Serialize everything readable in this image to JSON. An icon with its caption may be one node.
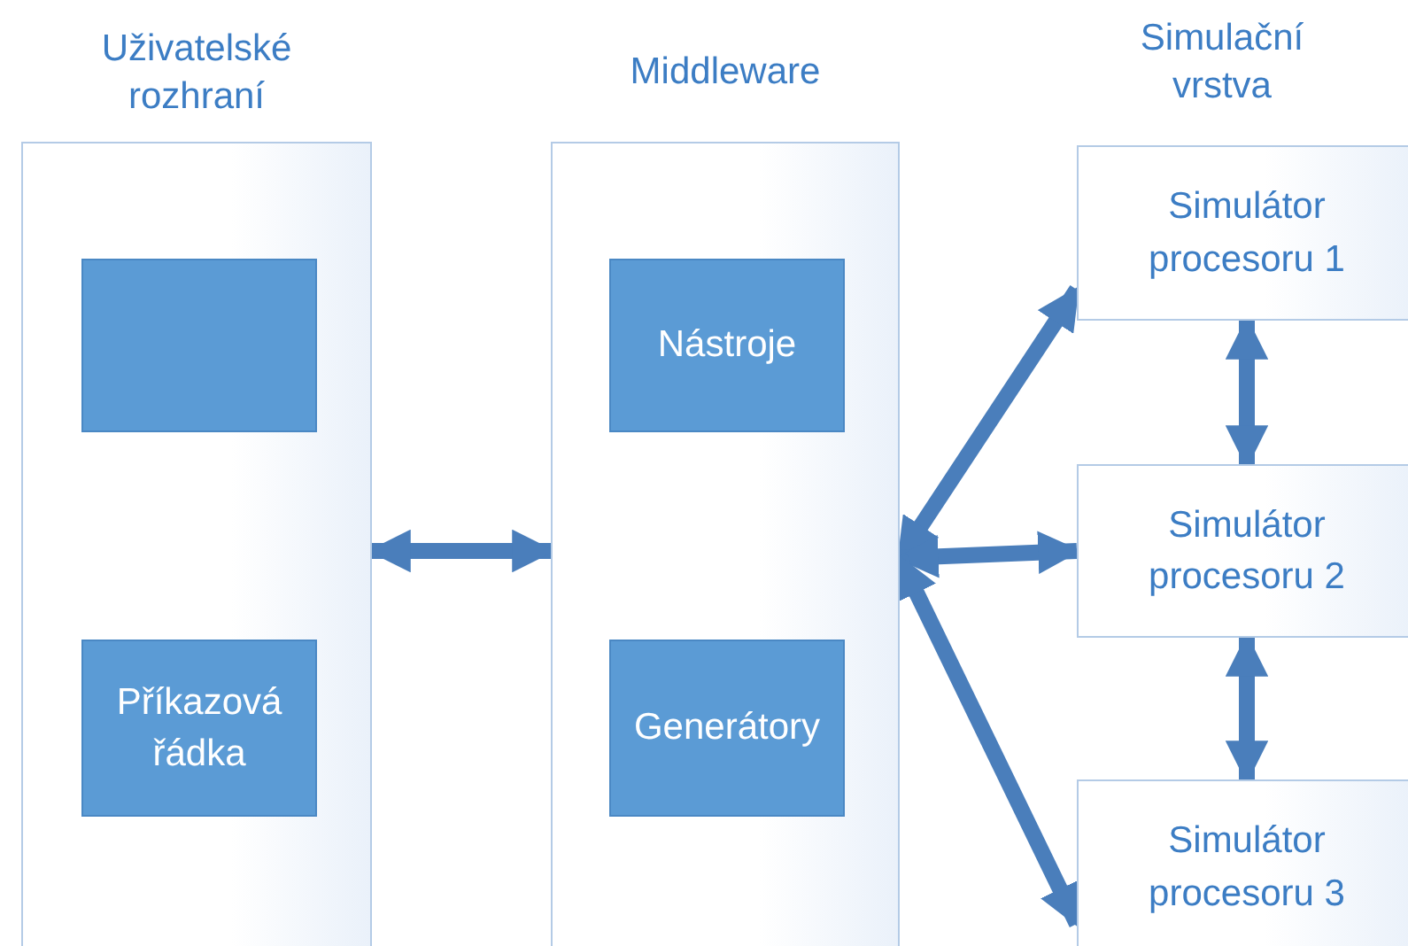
{
  "diagram": {
    "nodes": [
      {
        "text": [
          "Uživatelské rozhraní"
        ]
      },
      {
        "text": [],
        "shape": "box",
        "in": 0
      },
      {
        "text": [
          "Příkazová řádka"
        ],
        "in": 0
      },
      {
        "text": [
          "Middleware"
        ]
      },
      {
        "text": [
          "Nástroje"
        ],
        "in": 3
      },
      {
        "text": [
          "Generátory"
        ],
        "in": 3
      },
      {
        "text": [
          "Simulátor procesoru 1"
        ]
      },
      {
        "text": [
          "Simulátor procesoru 2"
        ]
      },
      {
        "text": [
          "Simulátor procesoru 3"
        ]
      }
    ],
    "edges": [
      {
        "from": 0,
        "to": 3,
        "arrow": "both"
      },
      {
        "from": 3,
        "to": 6,
        "arrow": "both"
      },
      {
        "from": 3,
        "to": 7,
        "arrow": "both"
      },
      {
        "from": 3,
        "to": 8,
        "arrow": "both"
      },
      {
        "from": 6,
        "to": 7,
        "arrow": "both"
      },
      {
        "from": 7,
        "to": 8,
        "arrow": "both"
      }
    ],
    "labels": [
      "Simulační vrstva"
    ]
  }
}
